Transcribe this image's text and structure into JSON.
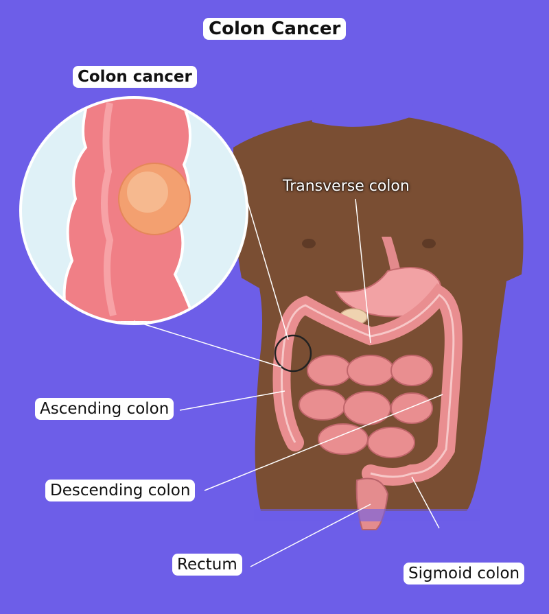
{
  "diagram": {
    "title": "Colon Cancer",
    "callout_label": "Colon cancer",
    "labels": {
      "transverse": "Transverse colon",
      "ascending": "Ascending colon",
      "descending": "Descending colon",
      "rectum": "Rectum",
      "sigmoid": "Sigmoid colon"
    }
  },
  "colors": {
    "background": "#6d5ee8",
    "skin": "#7a4e33",
    "intestine": "#e98e90",
    "colon_wall": "#f07f86",
    "tumor": "#f3a070",
    "stomach": "#f2a2a4",
    "magnifier_bg": "#dff1f7"
  }
}
